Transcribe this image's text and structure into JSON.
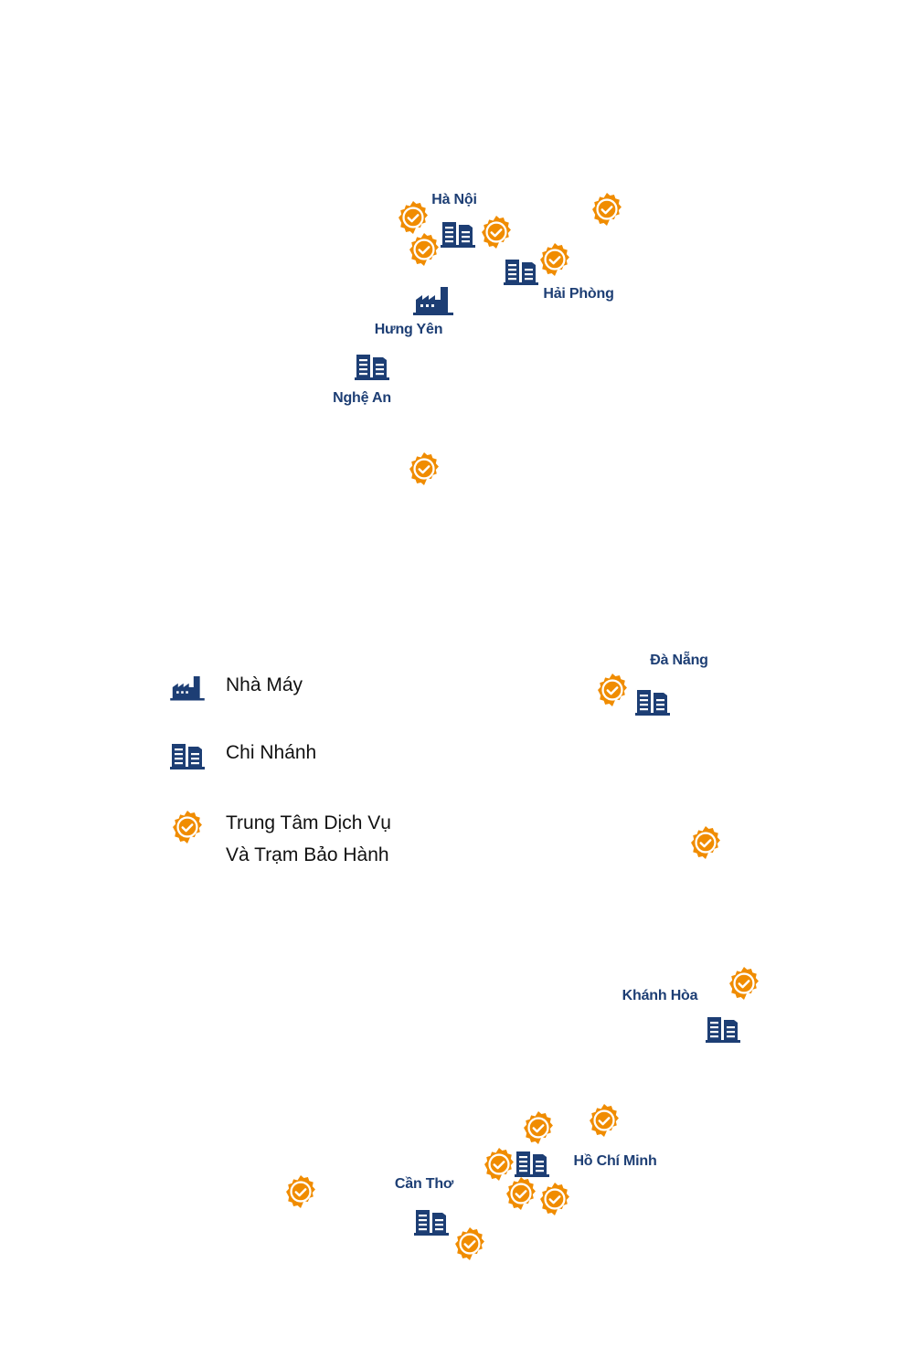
{
  "cities": {
    "ha_noi": "Hà Nội",
    "hai_phong": "Hải Phòng",
    "hung_yen": "Hưng Yên",
    "nghe_an": "Nghệ An",
    "da_nang": "Đà Nẵng",
    "khanh_hoa": "Khánh Hòa",
    "ho_chi_minh": "Hồ Chí Minh",
    "can_tho": "Cần Thơ"
  },
  "legend": {
    "factory": "Nhà Máy",
    "branch": "Chi Nhánh",
    "service_line1": "Trung Tâm Dịch Vụ",
    "service_line2": "Và Trạm Bảo Hành"
  },
  "icons": {
    "factory": "factory-icon",
    "branch": "office-building-icon",
    "service": "verified-badge-icon"
  },
  "colors": {
    "navy": "#1d3e74",
    "orange": "#f08c00"
  }
}
